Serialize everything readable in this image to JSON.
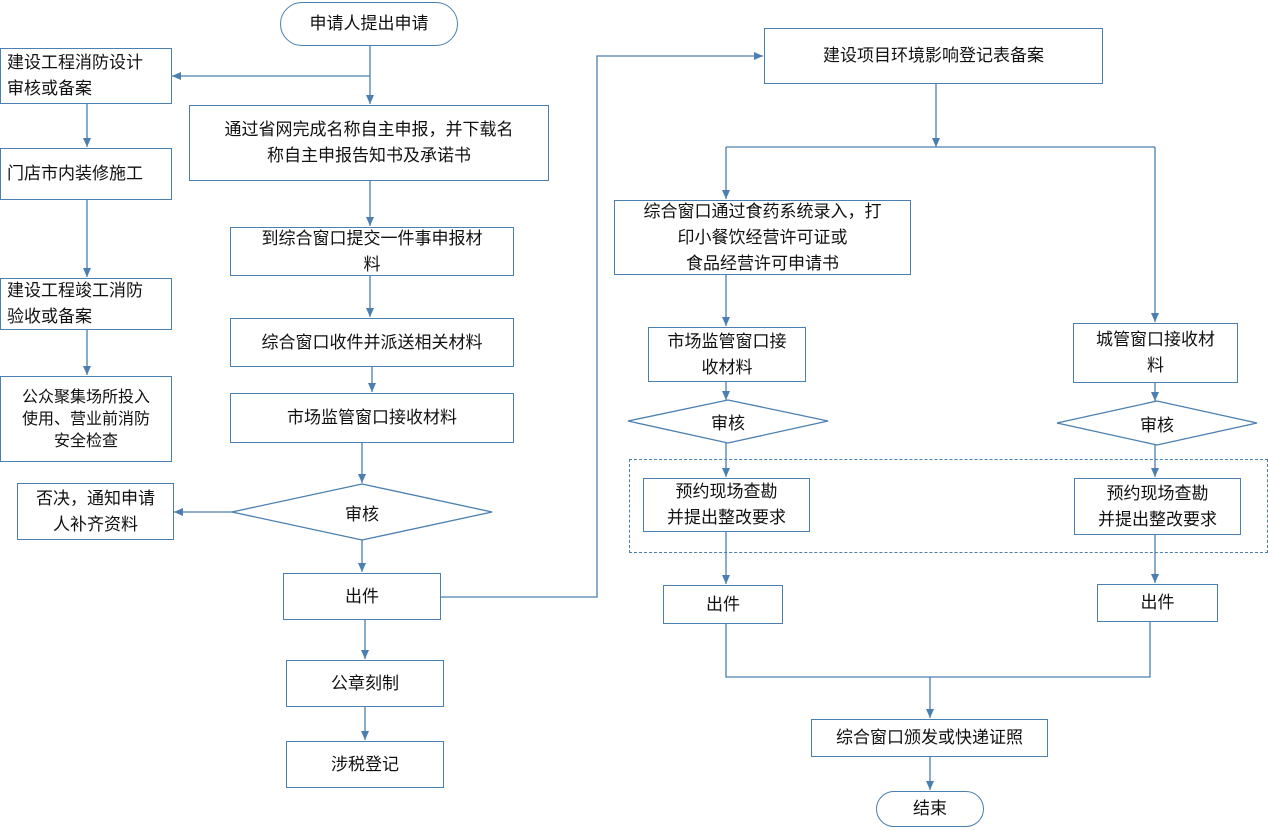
{
  "nodes": {
    "start": "申请人提出申请",
    "fire_design": "建设工程消防设计\n审核或备案",
    "name_declare": "通过省网完成名称自主申报，并下载名\n称自主申报告知书及承诺书",
    "store_decor": "门店市内装修施工",
    "submit_materials": "到综合窗口提交一件事申报材\n料",
    "fire_accept": "建设工程竣工消防\n验收或备案",
    "window_receive": "综合窗口收件并派送相关材料",
    "public_check": "公众聚集场所投入\n使用、营业前消防\n安全检查",
    "market_receive": "市场监管窗口接收材料",
    "reject": "否决，通知申请\n人补齐资料",
    "review_main": "审核",
    "issue_main": "出件",
    "seal": "公章刻制",
    "tax": "涉税登记",
    "env_register": "建设项目环境影响登记表备案",
    "food_system": "综合窗口通过食药系统录入，打\n印小餐饮经营许可证或\n食品经营许可申请书",
    "market_receive2": "市场监管窗口接\n收材料",
    "urban_receive": "城管窗口接收材\n料",
    "review_market": "审核",
    "review_urban": "审核",
    "inspect_market": "预约现场查勘\n并提出整改要求",
    "inspect_urban": "预约现场查勘\n并提出整改要求",
    "issue_market": "出件",
    "issue_urban": "出件",
    "license_issue": "综合窗口颁发或快递证照",
    "end": "结束"
  },
  "colors": {
    "line": "#4a7fb0",
    "border": "#4a7fb0"
  }
}
